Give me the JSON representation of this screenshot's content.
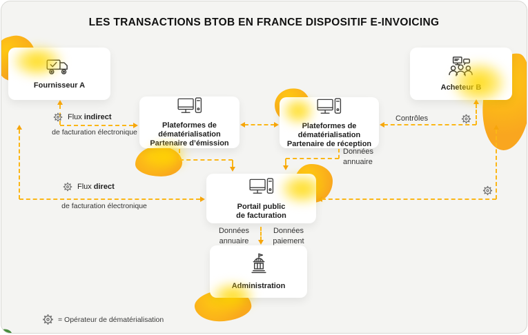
{
  "title": "LES TRANSACTIONS BTOB EN FRANCE DISPOSITIF E-INVOICING",
  "nodes": {
    "fournisseur": {
      "label": "Fournisseur A"
    },
    "acheteur": {
      "label": "Acheteur B"
    },
    "pdp_emission": {
      "lines": [
        "Plateformes de",
        "dématérialisation",
        "Partenaire d’émission"
      ]
    },
    "pdp_reception": {
      "lines": [
        "Plateformes de",
        "dématérialisation",
        "Partenaire de réception"
      ]
    },
    "portail": {
      "lines": [
        "Portail public",
        "de facturation"
      ]
    },
    "administration": {
      "label": "Administration"
    }
  },
  "labels": {
    "flux_indirect": {
      "normal": "Flux",
      "bold": "indirect",
      "sub": "de facturation électronique"
    },
    "flux_direct": {
      "normal": "Flux",
      "bold": "direct",
      "sub": "de facturation électronique"
    },
    "controles": "Contrôles",
    "annuaire_side": {
      "line1": "Données",
      "line2": "annuaire"
    },
    "annuaire_bottom": {
      "line1": "Données",
      "line2": "annuaire"
    },
    "paiement_bottom": {
      "line1": "Données",
      "line2": "paiement"
    },
    "legend": "= Opérateur de dématérialisation"
  },
  "colors": {
    "background": "#F4F4F2",
    "dash_yellow": "#FBB616",
    "arrow_orange": "#F6A50B",
    "blob_orange": "#F9A61F",
    "glow_yellow": "#FFD900",
    "text_dark": "#1E1E1E"
  }
}
